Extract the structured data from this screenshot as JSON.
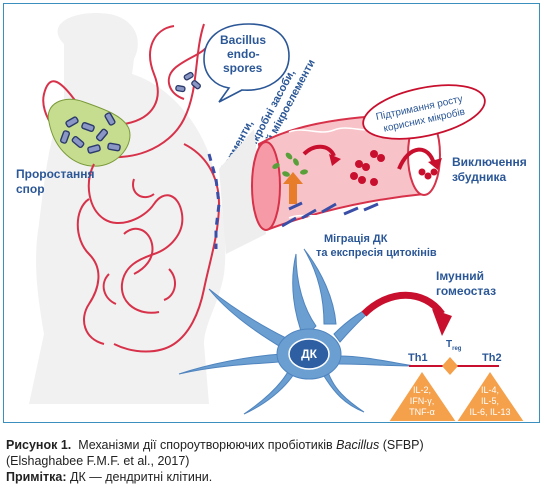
{
  "diagram": {
    "bubble_label": [
      "Bacillus",
      "endo-",
      "spores"
    ],
    "enzymes_label": [
      "Ферменти,",
      "протимікробні засоби,",
      "вітаміни й мікроелементи"
    ],
    "germination_label": [
      "Проростання",
      "спор"
    ],
    "support_label": [
      "Підтримання росту",
      "корисних мікробів"
    ],
    "pathogen_label": [
      "Виключення",
      "збудника"
    ],
    "migration_label": [
      "Міграція ДК",
      "та експресія цитокінів"
    ],
    "homeostasis_label": [
      "Імунний",
      "гомеостаз"
    ],
    "dc_label": "ДК",
    "th1_label": "Th1",
    "th2_label": "Th2",
    "treg_label": "T",
    "treg_sub": "reg",
    "th1_cytokines": [
      "IL-2,",
      "IFN-γ,",
      "TNF-α"
    ],
    "th2_cytokines": [
      "IL-4,",
      "IL-5,",
      "IL-6, IL-13"
    ],
    "colors": {
      "border": "#3a8fbe",
      "text_blue": "#2b5797",
      "gut": "#d7324a",
      "stomach_fill": "#c6dd8f",
      "red_arrow": "#c8102e",
      "orange": "#f5a04a",
      "dc_blue": "#6b9fd1"
    }
  },
  "caption": {
    "figure_label": "Рисунок 1.",
    "title_prefix": "Механізми дії спороутворюючих пробіотиків ",
    "title_italic": "Bacillus",
    "title_suffix": " (SFBP)",
    "citation": "(Elshaghabee F.M.F. et al., 2017)",
    "note_label": "Примітка:",
    "note_text": " ДК — дендритні клітини."
  }
}
